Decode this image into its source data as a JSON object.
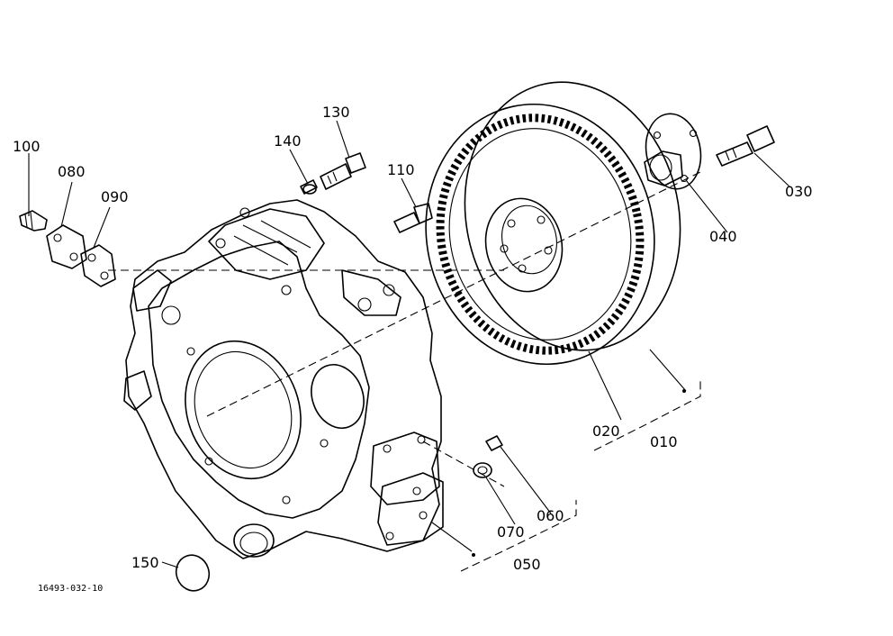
{
  "diagram": {
    "reference_code": "16493-032-10",
    "callouts": [
      {
        "id": "100",
        "label": "100"
      },
      {
        "id": "080",
        "label": "080"
      },
      {
        "id": "090",
        "label": "090"
      },
      {
        "id": "140",
        "label": "140"
      },
      {
        "id": "130",
        "label": "130"
      },
      {
        "id": "110",
        "label": "110"
      },
      {
        "id": "030",
        "label": "030"
      },
      {
        "id": "040",
        "label": "040"
      },
      {
        "id": "020",
        "label": "020"
      },
      {
        "id": "010",
        "label": "010"
      },
      {
        "id": "060",
        "label": "060"
      },
      {
        "id": "070",
        "label": "070"
      },
      {
        "id": "050",
        "label": "050"
      },
      {
        "id": "150",
        "label": "150"
      }
    ]
  }
}
